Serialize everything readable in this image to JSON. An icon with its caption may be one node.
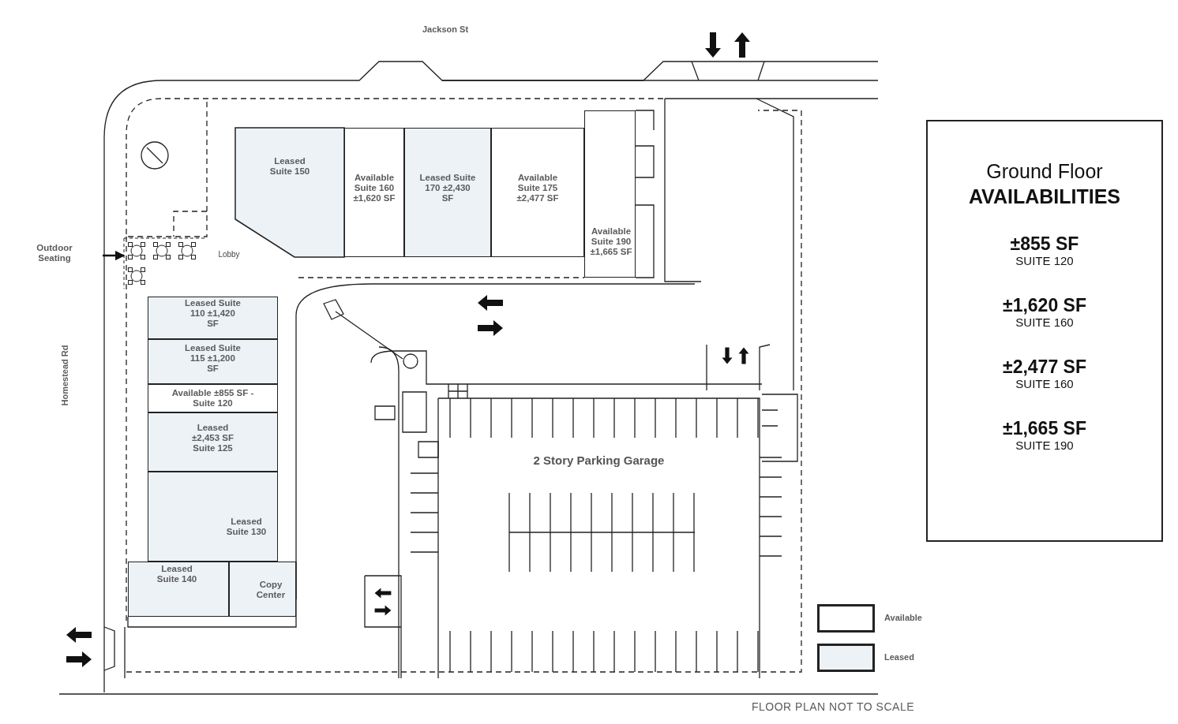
{
  "diagram": {
    "nodes": [
      {
        "text": [
          "Leased Suite 150"
        ]
      },
      {
        "text": [
          "Available Suite 160 ±1,620 SF"
        ]
      },
      {
        "text": [
          "Leased Suite 170 ±2,430 SF"
        ]
      },
      {
        "text": [
          "Available Suite 175 ±2,477 SF"
        ]
      },
      {
        "text": [
          "Available Suite 190 ±1,665 SF"
        ]
      },
      {
        "text": [
          "Lobby"
        ]
      },
      {
        "text": [
          "Outdoor Seating"
        ]
      },
      {
        "text": [],
        "shape": "picture"
      },
      {
        "text": [
          "Leased Suite 110 ±1,420 SF"
        ]
      },
      {
        "text": [
          "Leased Suite 115 ±1,200 SF"
        ]
      },
      {
        "text": [
          "Available ±855 SF - Suite 120"
        ]
      },
      {
        "text": [
          "Leased ±2,453 SF Suite 125"
        ]
      },
      {
        "text": [
          "Leased Suite 130"
        ]
      },
      {
        "text": [
          "Leased Suite 140"
        ]
      },
      {
        "text": [
          "Copy Center"
        ]
      },
      {
        "text": [
          "2 Story Parking Garage"
        ]
      },
      {
        "text": [
          "Ground Floor",
          "AVAILABILITIES",
          "±855 SF",
          "SUITE 120",
          "±1,620 SF",
          "SUITE 160",
          "±2,477 SF",
          "SUITE 160",
          "±1,665 SF",
          "SUITE 190"
        ]
      }
    ],
    "edges": [
      {
        "from": 6,
        "to": 7,
        "arrow": "to"
      }
    ],
    "labels": [
      "Jackson St",
      "Homestead Rd",
      "FLOOR PLAN NOT TO SCALE"
    ],
    "legend": [
      {
        "text": "Available",
        "color": "#ffffff"
      },
      {
        "text": "Leased",
        "color": "#edf2f6"
      }
    ]
  }
}
